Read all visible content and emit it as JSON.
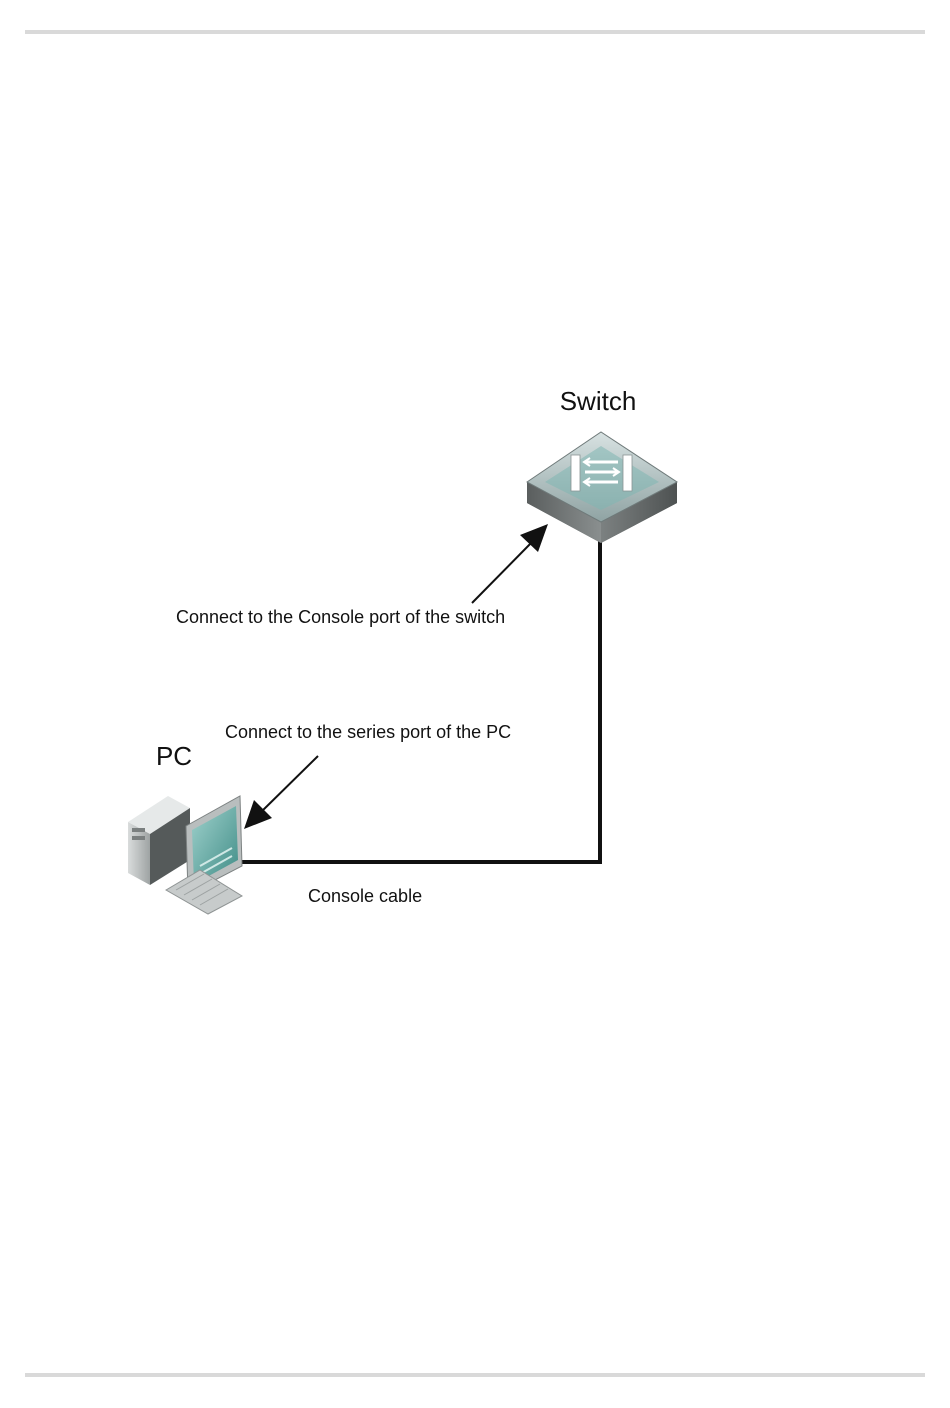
{
  "diagram": {
    "nodes": {
      "switch": {
        "label": "Switch"
      },
      "pc": {
        "label": "PC"
      }
    },
    "annotations": {
      "switch_port": "Connect to the Console port of the switch",
      "pc_port": "Connect to the series port of the PC"
    },
    "edges": [
      {
        "from": "pc",
        "to": "switch",
        "label": "Console cable"
      }
    ]
  }
}
